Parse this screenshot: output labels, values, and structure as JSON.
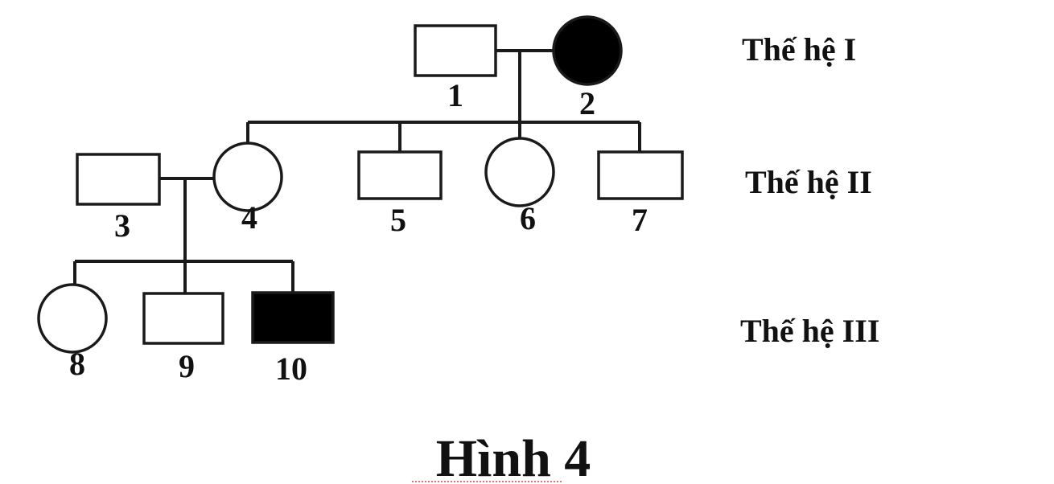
{
  "individuals": [
    {
      "id": "1",
      "label": "1",
      "sex": "male",
      "affected": false
    },
    {
      "id": "2",
      "label": "2",
      "sex": "female",
      "affected": true
    },
    {
      "id": "3",
      "label": "3",
      "sex": "male",
      "affected": false
    },
    {
      "id": "4",
      "label": "4",
      "sex": "female",
      "affected": false
    },
    {
      "id": "5",
      "label": "5",
      "sex": "male",
      "affected": false
    },
    {
      "id": "6",
      "label": "6",
      "sex": "female",
      "affected": false
    },
    {
      "id": "7",
      "label": "7",
      "sex": "male",
      "affected": false
    },
    {
      "id": "8",
      "label": "8",
      "sex": "female",
      "affected": false
    },
    {
      "id": "9",
      "label": "9",
      "sex": "male",
      "affected": false
    },
    {
      "id": "10",
      "label": "10",
      "sex": "male",
      "affected": true
    }
  ],
  "generations": {
    "g1": "Thế hệ I",
    "g2": "Thế hệ II",
    "g3": "Thế hệ III"
  },
  "figure_title": "Hình 4",
  "colors": {
    "affected": "#000000",
    "unaffected": "#ffffff",
    "line": "#1a1a1a"
  }
}
